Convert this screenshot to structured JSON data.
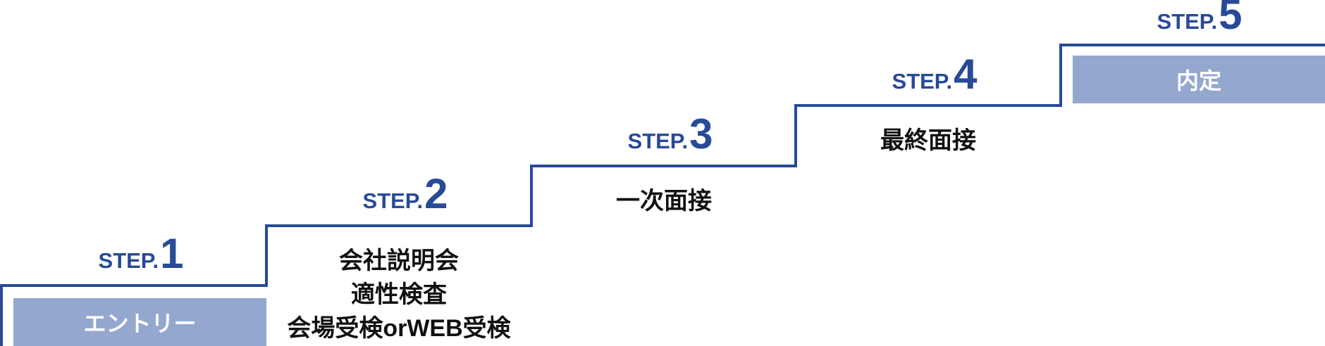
{
  "colors": {
    "stair": "#284a97",
    "heading": "#284a97",
    "badge_bg": "#94a7ce",
    "badge_text": "#ffffff",
    "desc_text": "#111111"
  },
  "steps": [
    {
      "word": "STEP.",
      "number": "1",
      "badge": "エントリー",
      "lines": []
    },
    {
      "word": "STEP.",
      "number": "2",
      "badge": "",
      "lines": [
        "会社説明会",
        "適性検査",
        "会場受検orWEB受検"
      ]
    },
    {
      "word": "STEP.",
      "number": "3",
      "badge": "",
      "lines": [
        "一次面接"
      ]
    },
    {
      "word": "STEP.",
      "number": "4",
      "badge": "",
      "lines": [
        "最終面接"
      ]
    },
    {
      "word": "STEP.",
      "number": "5",
      "badge": "内定",
      "lines": []
    }
  ]
}
